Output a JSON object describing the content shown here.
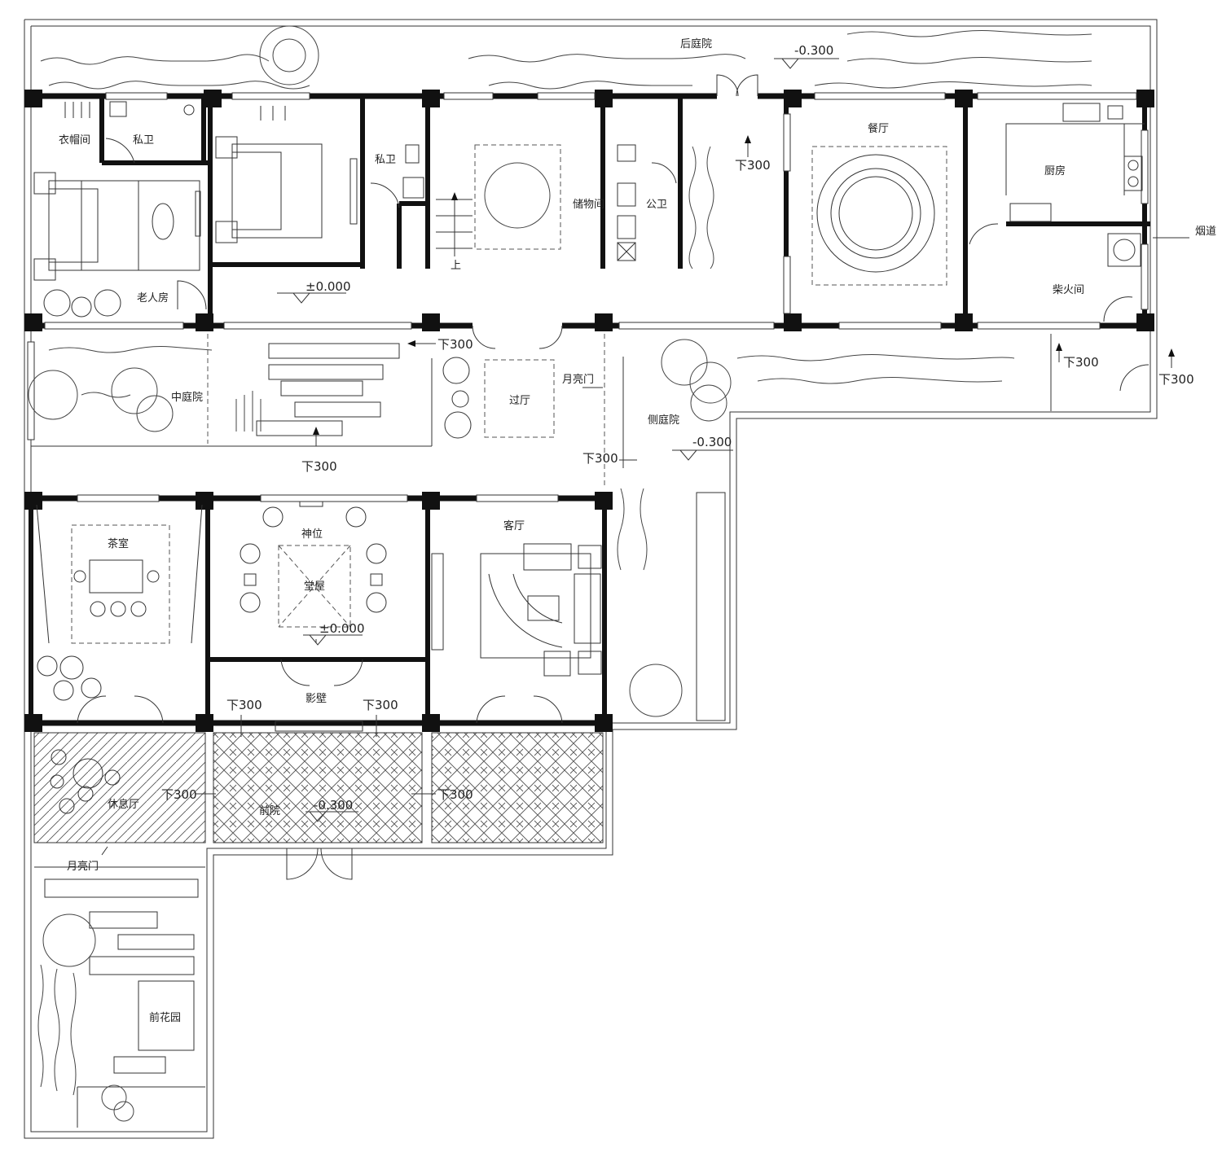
{
  "rooms": {
    "back_yard": "后庭院",
    "wardrobe": "衣帽间",
    "private_bath_1": "私卫",
    "private_bath_2": "私卫",
    "storage": "储物间",
    "public_bath": "公卫",
    "dining": "餐厅",
    "kitchen": "厨房",
    "chimney": "烟道",
    "elder_room": "老人房",
    "firewood": "柴火间",
    "middle_yard": "中庭院",
    "passage_hall": "过厅",
    "moon_gate_1": "月亮门",
    "side_yard": "侧庭院",
    "tea_room": "茶室",
    "shrine": "神位",
    "main_hall": "堂屋",
    "living_room": "客厅",
    "screen_wall": "影壁",
    "lounge": "休息厅",
    "front_yard": "前院",
    "moon_gate_2": "月亮门",
    "front_garden": "前花园",
    "stair_up": "上"
  },
  "levels": {
    "back_yard": "-0.300",
    "elder_floor": "±0.000",
    "side_yard": "-0.300",
    "main_hall": "±0.000",
    "front_yard": "-0.300"
  },
  "steps": {
    "corridor_top": "下300",
    "middle_yard_right": "下300",
    "middle_yard_bottom": "下300",
    "moon_gate_down": "下300",
    "side_yard_right": "下300",
    "side_outer": "下300",
    "screen_left": "下300",
    "screen_right": "下300",
    "lounge": "下300",
    "front_right": "下300"
  }
}
